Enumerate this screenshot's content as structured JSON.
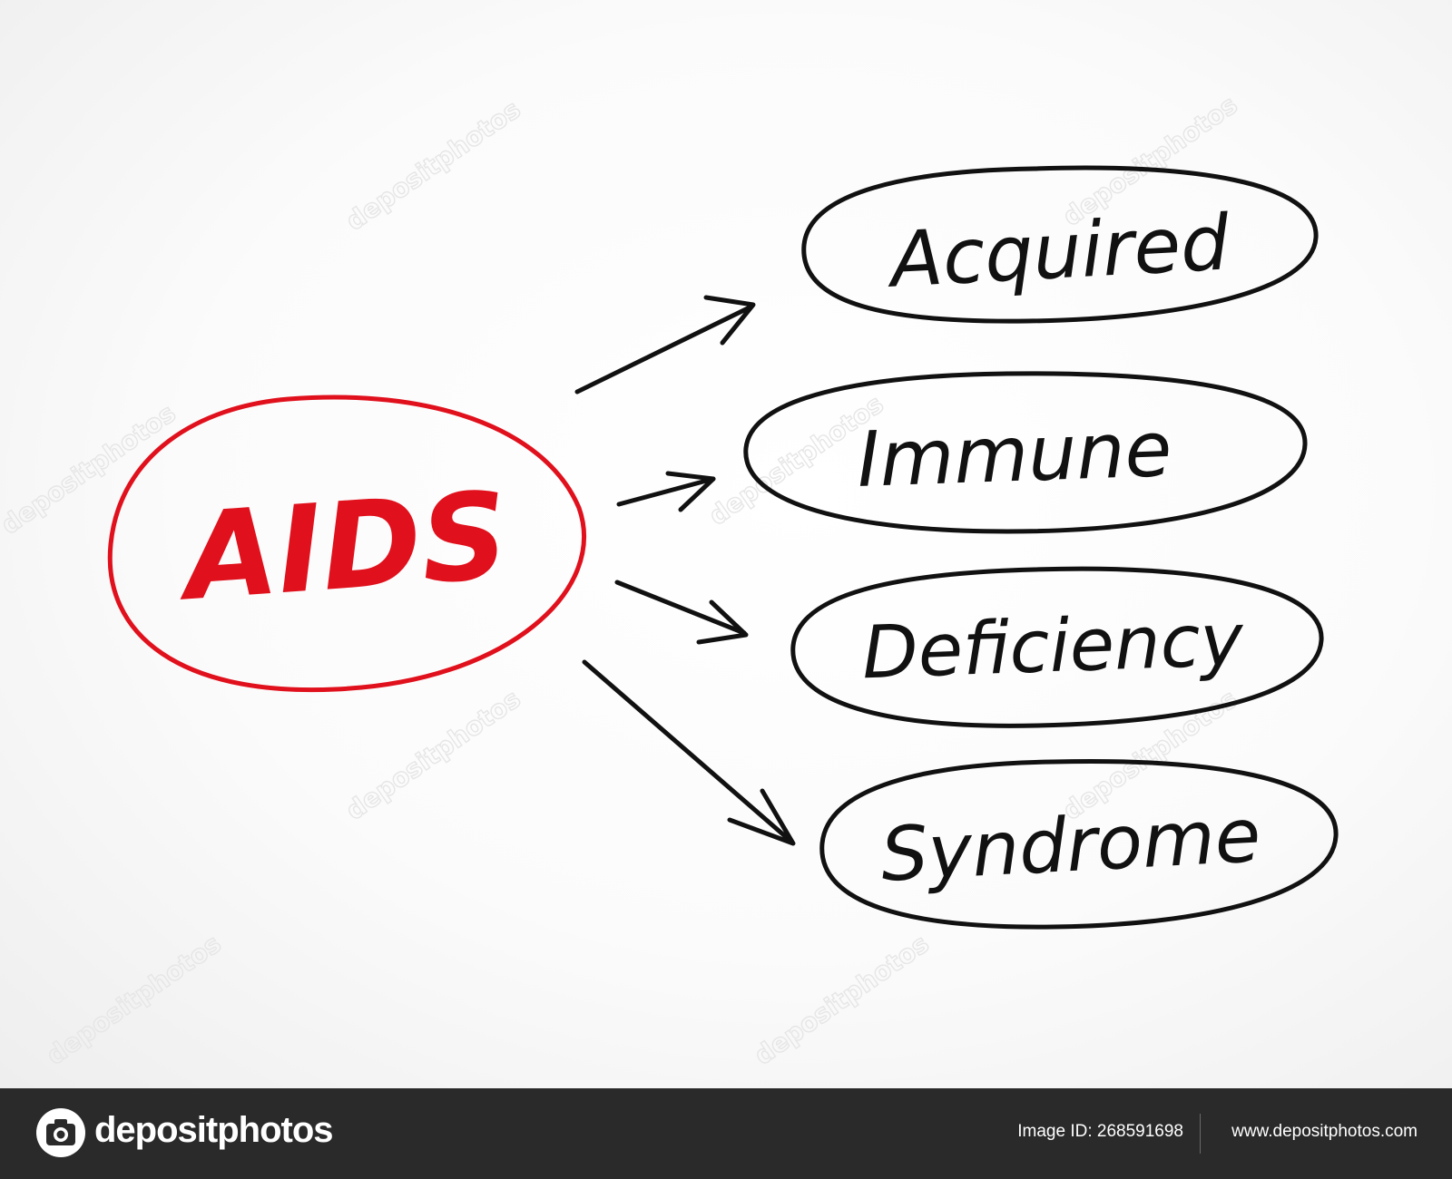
{
  "diagram": {
    "center": {
      "label": "AIDS",
      "color": "#e0101c"
    },
    "branches": [
      {
        "label": "Acquired"
      },
      {
        "label": "Immune"
      },
      {
        "label": "Deficiency"
      },
      {
        "label": "Syndrome"
      }
    ],
    "line_color": "#111111"
  },
  "watermark": {
    "text": "depositphotos"
  },
  "footer": {
    "brand": "depositphotos",
    "image_id_text": "Image ID: 268591698",
    "site_url": "www.depositphotos.com",
    "background": "#2a2a2a"
  }
}
